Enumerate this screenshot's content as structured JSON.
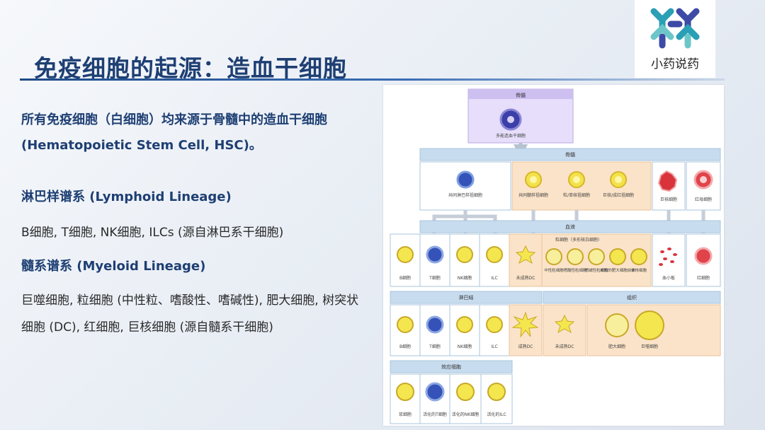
{
  "title": "免疫细胞的起源：造血干细胞",
  "logo": {
    "text": "小药说药",
    "colors": [
      "#2a9fb5",
      "#3d4aa6",
      "#6cc6c9"
    ]
  },
  "intro": "所有免疫细胞（白细胞）均来源于骨髓中的造血干细胞 (Hematopoietic Stem Cell, HSC)。",
  "lymphoid": {
    "heading": "淋巴样谱系 (Lymphoid Lineage)",
    "text": "B细胞, T细胞, NK细胞, ILCs (源自淋巴系干细胞)"
  },
  "myeloid": {
    "heading": "髓系谱系 (Myeloid Lineage)",
    "text": "巨噬细胞, 粒细胞 (中性粒、嗜酸性、嗜碱性), 肥大细胞, 树突状细胞 (DC), 红细胞, 巨核细胞 (源自髓系干细胞)"
  },
  "figure": {
    "box_bone_marrow_top": "骨髓",
    "hsc": "多能造血干细胞",
    "box_bone_marrow": "骨髓",
    "progenitors": [
      "共同淋巴样祖细胞",
      "共同髓样祖细胞",
      "粒/单核祖细胞",
      "巨核/成红祖细胞",
      "巨核细胞",
      "红母细胞"
    ],
    "box_blood": "血液",
    "granulocyte_header": "粒细胞（多形核白细胞）",
    "blood_cells": [
      "B细胞",
      "T细胞",
      "NK细胞",
      "ILC",
      "未成熟DC",
      "中性粒细胞",
      "嗜酸性粒细胞",
      "嗜碱性粒细胞",
      "未知的肥大细胞前体",
      "单核细胞",
      "血小板",
      "红细胞"
    ],
    "box_lymph": "淋巴结",
    "box_tissue": "组织",
    "lymph_cells": [
      "B细胞",
      "T细胞",
      "NK细胞",
      "ILC",
      "成熟DC"
    ],
    "tissue_cells": [
      "未成熟DC",
      "肥大细胞",
      "巨噬细胞"
    ],
    "box_effector": "效应细胞",
    "effector_cells": [
      "浆细胞",
      "活化的T细胞",
      "活化的NK细胞",
      "活化的ILC"
    ]
  }
}
